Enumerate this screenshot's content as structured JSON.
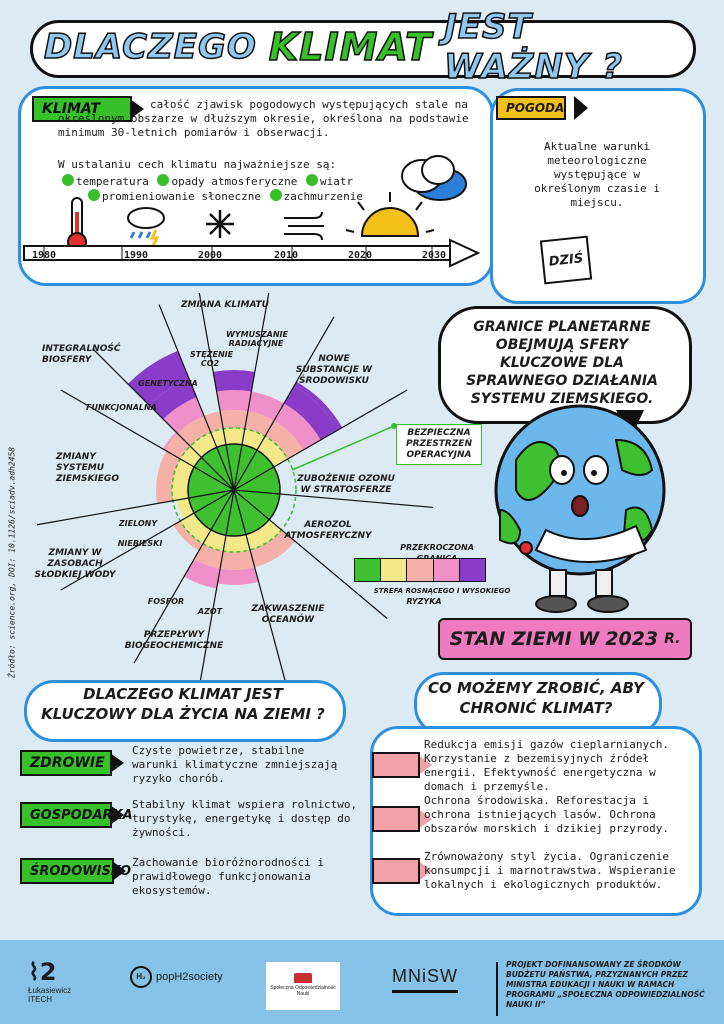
{
  "title": {
    "part1": "Dlaczego",
    "part2": "Klimat",
    "part3": "jest ważny ?"
  },
  "klimat": {
    "tag": "Klimat",
    "definition": "całość zjawisk pogodowych występujących stale na określonym obszarze w dłuższym okresie, określona na podstawie minimum 30-letnich pomiarów i obserwacji.",
    "features_intro": "W ustalaniu cech klimatu najważniejsze są:",
    "features": [
      "temperatura",
      "opady atmosferyczne",
      "wiatr",
      "promieniowanie słoneczne",
      "zachmurzenie"
    ],
    "timeline": [
      "1980",
      "1990",
      "2000",
      "2010",
      "2020",
      "2030"
    ]
  },
  "pogoda": {
    "tag": "Pogoda",
    "definition": "Aktualne warunki meteorologiczne występujące w określonym czasie i miejscu.",
    "calendar": "Dziś"
  },
  "granice": "Granice planetarne obejmują sfery kluczowe dla sprawnego działania systemu ziemskiego.",
  "stan_ziemi": {
    "text": "Stan Ziemi w",
    "year": "2023",
    "suffix": "r."
  },
  "wheel": {
    "labels": {
      "zmiana_klimatu": "Zmiana klimatu",
      "wymuszanie": "Wymuszanie radiacyjne",
      "stezenie": "Stężenie CO2",
      "nowe": "Nowe substancje w środowisku",
      "integralnosc": "Integralność biosfery",
      "genetyczna": "Genetyczna",
      "funkcjonalna": "Funkcjonalna",
      "zmiany_systemu": "Zmiany systemu ziemskiego",
      "ozon": "Zubożenie ozonu w stratosferze",
      "aerozol": "Aerozol atmosferyczny",
      "zielony": "Zielony",
      "niebieski": "Niebieski",
      "zasoby": "Zmiany w zasobach słodkiej wody",
      "fosfor": "Fosfor",
      "azot": "Azot",
      "przeplywy": "Przepływy biogeochemiczne",
      "zakwaszenie": "Zakwaszenie oceanów"
    },
    "safe_space": "Bezpieczna przestrzeń operacyjna",
    "legend": {
      "exceeded": "Przekroczona granica",
      "zone": "strefa rosnącego i wysokiego",
      "risk": "ryzyka"
    },
    "source": "Źródło: science.org, DOI: 10.1126/sciadv.adh2458",
    "colors": [
      "#3ec030",
      "#f2e88a",
      "#f5b0a8",
      "#f090c8",
      "#8a3cc8"
    ]
  },
  "dlaczego": {
    "title": "Dlaczego klimat jest kluczowy dla życia na Ziemi ?",
    "items": [
      {
        "tag": "Zdrowie",
        "text": "Czyste powietrze, stabilne warunki klimatyczne zmniejszają ryzyko chorób."
      },
      {
        "tag": "Gospodarka",
        "text": "Stabilny klimat wspiera rolnictwo, turystykę, energetykę i dostęp do żywności."
      },
      {
        "tag": "Środowisko",
        "text": "Zachowanie bioróżnorodności i prawidłowego funkcjonowania ekosystemów."
      }
    ]
  },
  "co_mozemy": {
    "title": "Co możemy zrobić, aby chronić klimat?",
    "items": [
      "Redukcja emisji gazów cieplarnianych. Korzystanie z bezemisyjnych źródeł energii. Efektywność energetyczna w domach i przemyśle.",
      "Ochrona środowiska. Reforestacja i ochrona istniejących lasów. Ochrona obszarów morskich i dzikiej przyrody.",
      "Zrównoważony styl życia. Ograniczenie konsumpcji i marnotrawstwa. Wspieranie lokalnych i ekologicznych produktów."
    ]
  },
  "footer": {
    "lukasiewicz": "Łukasiewicz",
    "itech": "ITECH",
    "poph2": "popH2society",
    "spol": "Społeczna Odpowiedzialność Nauki",
    "mnisw": "MNiSW",
    "project": "Projekt dofinansowany ze środków budżetu państwa, przyznanych przez Ministra Edukacji i Nauki w ramach programu „Społeczna odpowiedzialność nauki II”"
  }
}
